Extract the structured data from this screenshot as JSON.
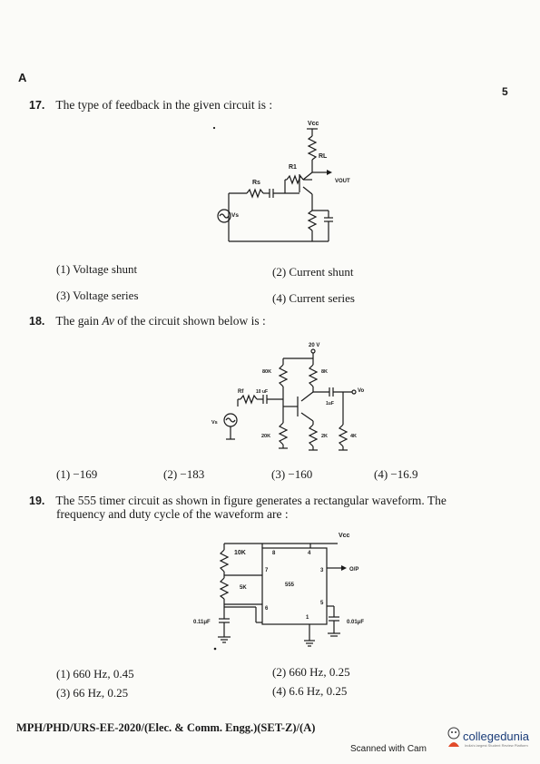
{
  "header": {
    "set_letter": "A",
    "page_number": "5"
  },
  "questions": [
    {
      "number": "17.",
      "text": "The type of feedback in the given circuit is :",
      "labels": {
        "vcc": "Vcc",
        "rl": "RL",
        "r1": "R1",
        "rs": "Rs",
        "vout": "VOUT",
        "vs": "Vs"
      },
      "options": [
        "(1) Voltage shunt",
        "(2) Current shunt",
        "(3) Voltage series",
        "(4) Current series"
      ]
    },
    {
      "number": "18.",
      "text_prefix": "The gain ",
      "text_symbol": "Av",
      "text_suffix": " of the circuit shown below is :",
      "labels": {
        "supply": "20 V",
        "r_top": "80K",
        "rc": "8K",
        "rf": "Rf",
        "cin": "10 uF",
        "cout": "1uF",
        "vo": "Vo",
        "vs": "Vs",
        "r_bottom": "20K",
        "re": "2K",
        "rl": "4K"
      },
      "options": [
        "(1) −169",
        "(2) −183",
        "(3) −160",
        "(4) −16.9"
      ]
    },
    {
      "number": "19.",
      "text_line1": "The 555 timer circuit as shown in figure generates a rectangular waveform. The",
      "text_line2": "frequency and duty cycle of the waveform are :",
      "labels": {
        "vcc": "Vcc",
        "r1": "10K",
        "r2": "5K",
        "ic": "555",
        "pin8": "8",
        "pin4": "4",
        "pin7": "7",
        "pin3": "3",
        "pin6": "6",
        "pin5": "5",
        "pin1": "1",
        "out": "O/P",
        "c1": "0.11μF",
        "c2": "0.01μF"
      },
      "options": [
        "(1) 660 Hz, 0.45",
        "(2) 660 Hz, 0.25",
        "(3) 66 Hz, 0.25",
        "(4) 6.6 Hz, 0.25"
      ]
    }
  ],
  "footer": {
    "code": "MPH/PHD/URS-EE-2020/(Elec. & Comm. Engg.)(SET-Z)/(A)",
    "scanner": "Scanned with Cam",
    "logo": "collegedunia",
    "logo_tagline": "India's largest Student Review Platform"
  }
}
